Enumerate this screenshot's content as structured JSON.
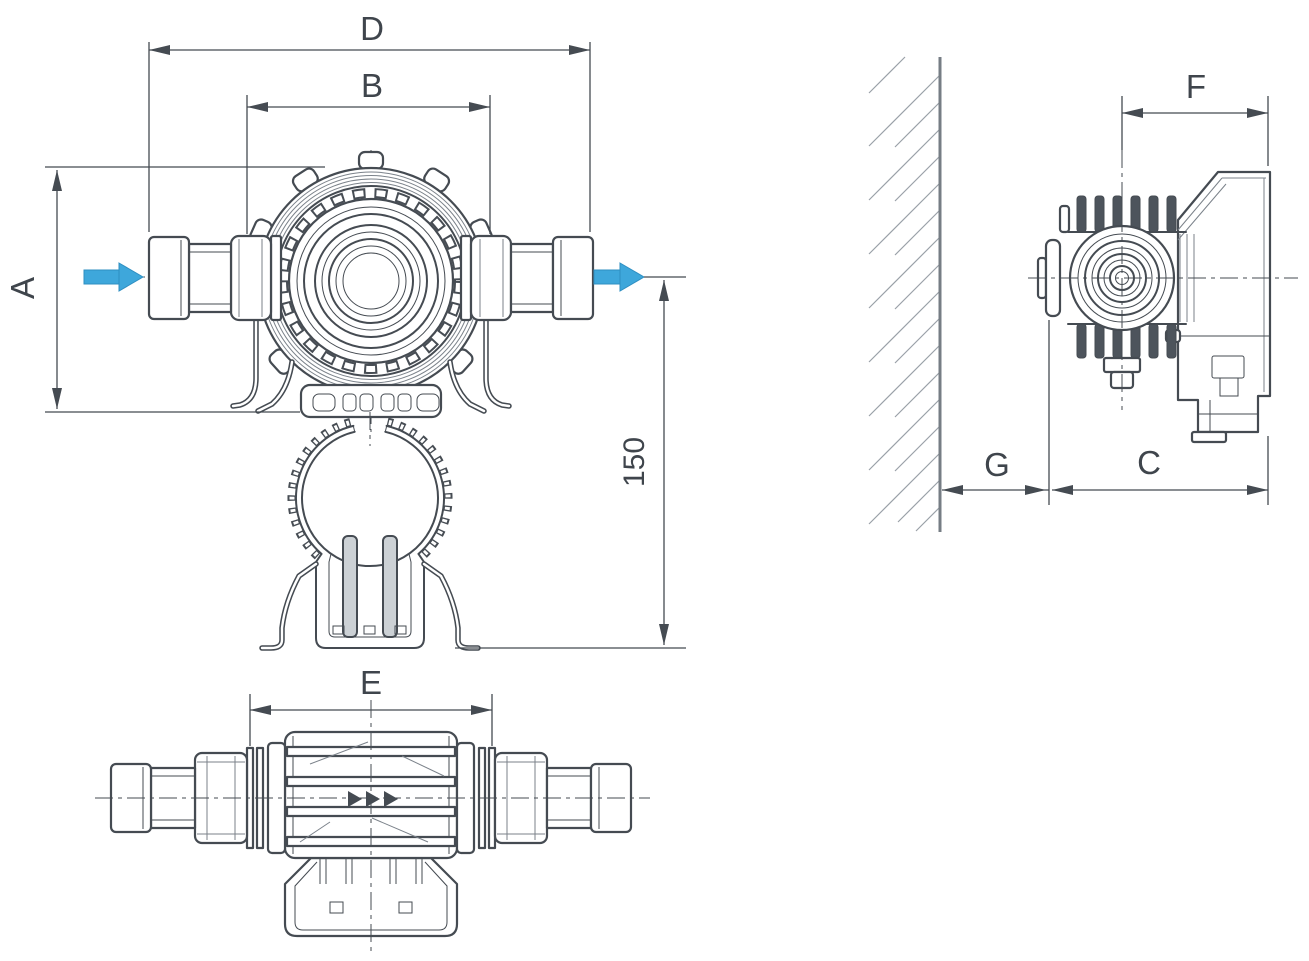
{
  "dims": {
    "a": "A",
    "b": "B",
    "c": "C",
    "d": "D",
    "e": "E",
    "f": "F",
    "g": "G",
    "clearance_height": "150"
  },
  "flow": {
    "inlet_icon": "arrow-right",
    "outlet_icon": "arrow-right",
    "direction": "left-to-right",
    "color": "#3ea7db"
  },
  "colors": {
    "line": "#454b52",
    "hatch": "#9aa1a8",
    "wall": "#767d84",
    "background": "#ffffff"
  }
}
